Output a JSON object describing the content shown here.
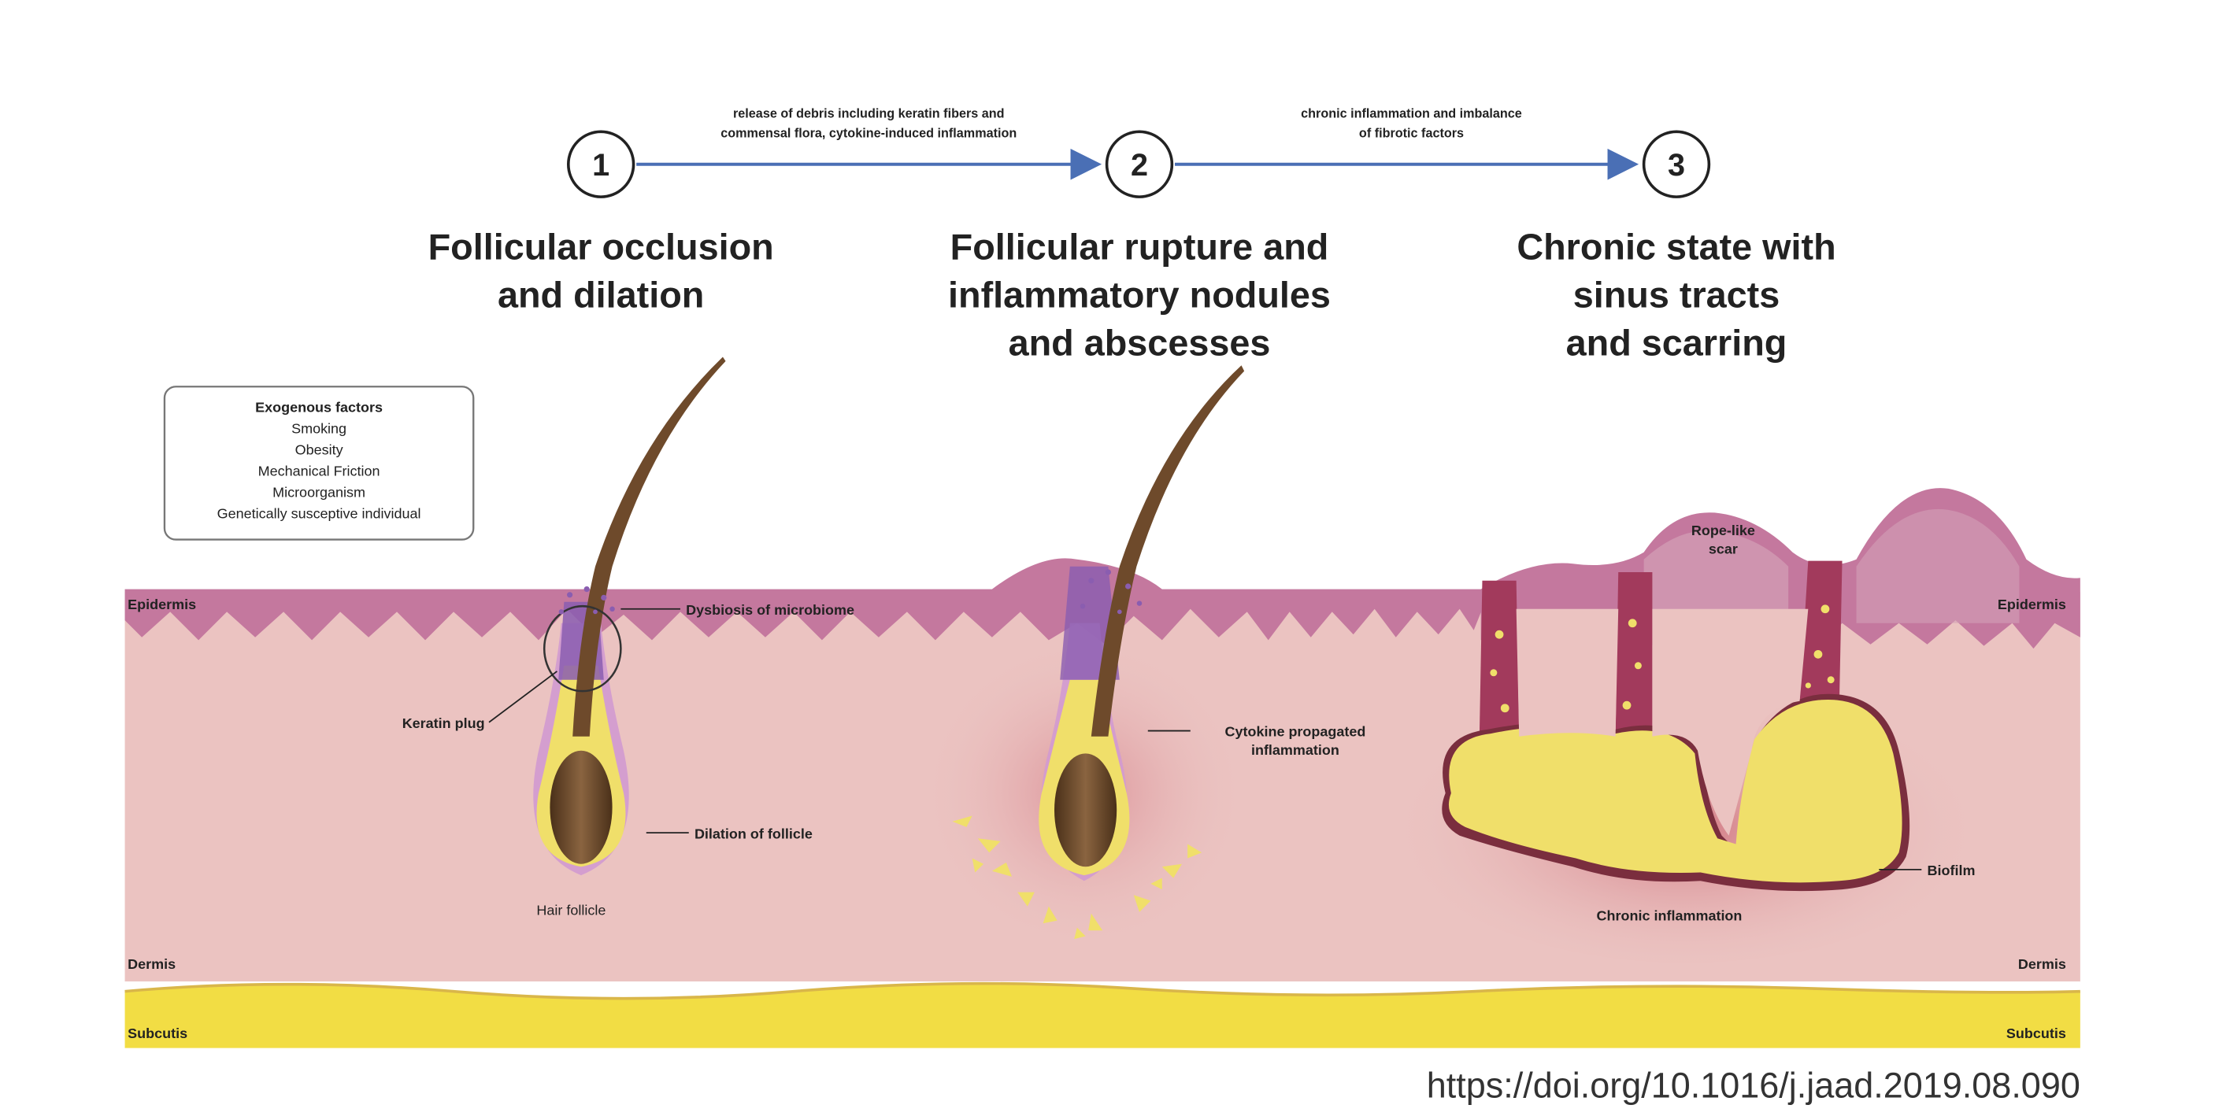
{
  "steps": [
    {
      "number": "1",
      "title_lines": [
        "Follicular occlusion",
        "and dilation"
      ]
    },
    {
      "number": "2",
      "title_lines": [
        "Follicular rupture and",
        "inflammatory nodules",
        "and abscesses"
      ]
    },
    {
      "number": "3",
      "title_lines": [
        "Chronic state with",
        "sinus tracts",
        "and scarring"
      ]
    }
  ],
  "arrows": [
    {
      "label_lines": [
        "release of debris including keratin fibers and",
        "commensal flora, cytokine-induced inflammation"
      ]
    },
    {
      "label_lines": [
        "chronic inflammation and imbalance",
        "of fibrotic factors"
      ]
    }
  ],
  "exogenous_box": {
    "title": "Exogenous factors",
    "items": [
      "Smoking",
      "Obesity",
      "Mechanical Friction",
      "Microorganism",
      "Genetically susceptive individual"
    ]
  },
  "layers": {
    "epidermis_left": "Epidermis",
    "epidermis_right": "Epidermis",
    "dermis_left": "Dermis",
    "dermis_right": "Dermis",
    "subcutis_left": "Subcutis",
    "subcutis_right": "Subcutis"
  },
  "callouts": {
    "dysbiosis": "Dysbiosis of microbiome",
    "keratin_plug": "Keratin plug",
    "dilation": "Dilation of follicle",
    "hair_follicle": "Hair follicle",
    "cytokine_lines": [
      "Cytokine propagated",
      "inflammation"
    ],
    "rope_scar_lines": [
      "Rope-like",
      "scar"
    ],
    "biofilm": "Biofilm",
    "chronic_inflammation": "Chronic inflammation"
  },
  "citation": "https://doi.org/10.1016/j.jaad.2019.08.090",
  "colors": {
    "dermis": "#ebc3c1",
    "epidermis": "#c4789e",
    "subcutis": "#f2dd44",
    "arrow": "#4a6fb5",
    "hair": "#6e4a2b",
    "pus": "#f0df6a",
    "keratin": "#8a5db0"
  }
}
